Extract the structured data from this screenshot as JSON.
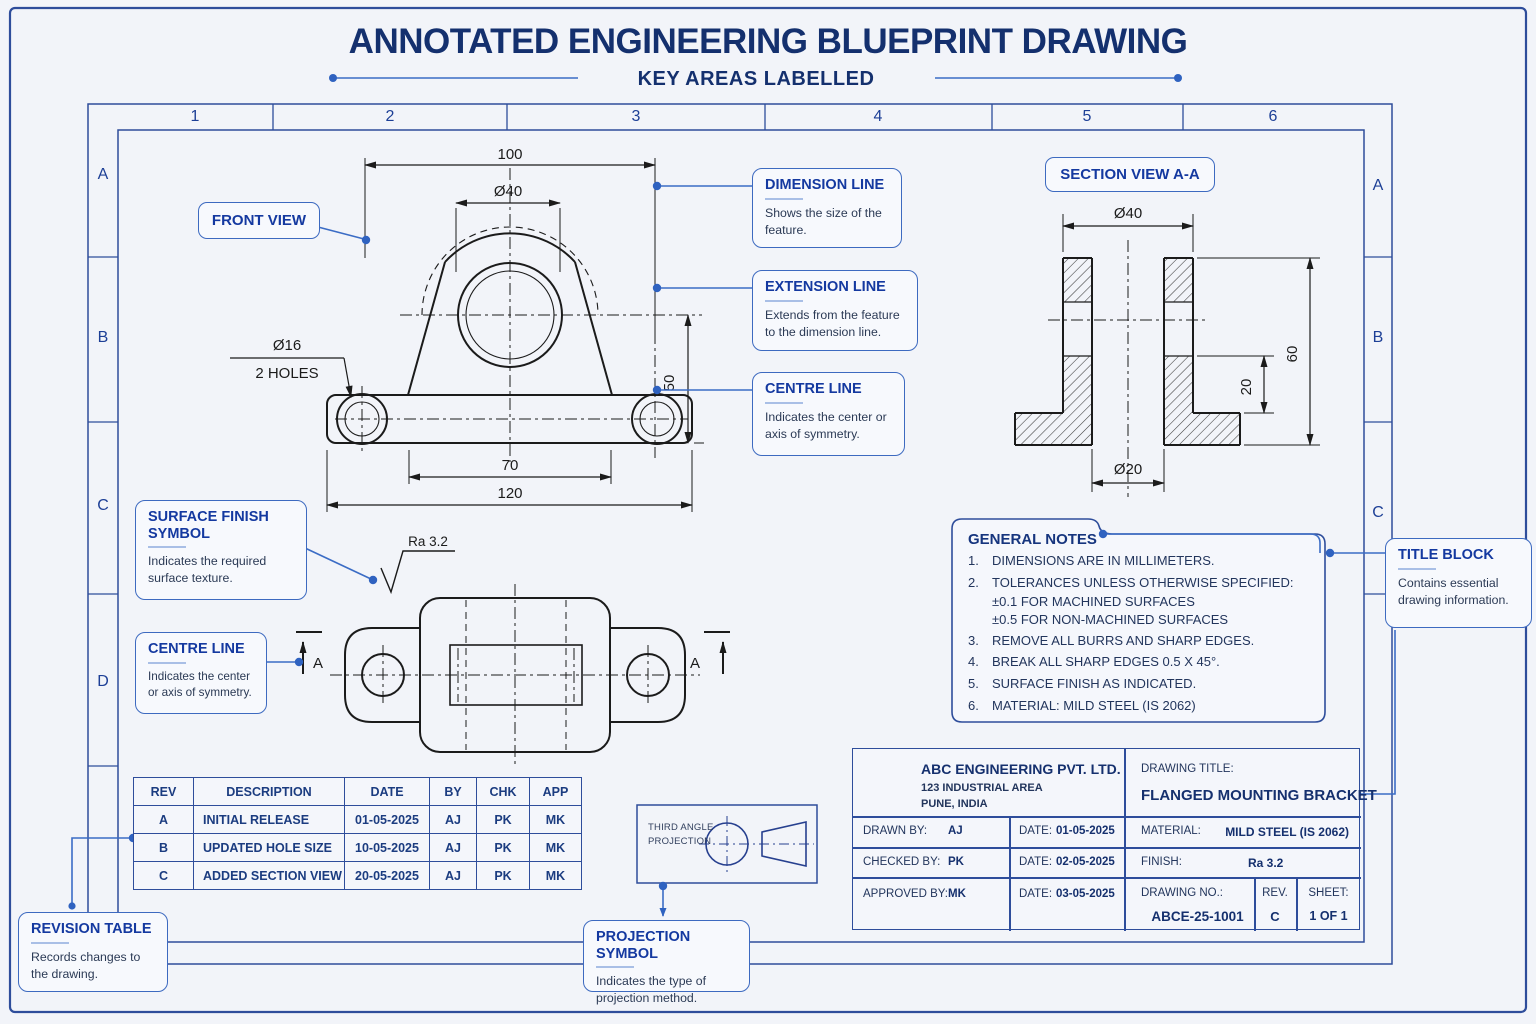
{
  "header": {
    "title": "ANNOTATED ENGINEERING BLUEPRINT DRAWING",
    "subtitle": "KEY AREAS LABELLED"
  },
  "grid": {
    "cols": [
      "1",
      "2",
      "3",
      "4",
      "5",
      "6"
    ],
    "rows_left": [
      "A",
      "B",
      "C",
      "D"
    ],
    "rows_right": [
      "A",
      "B",
      "C"
    ]
  },
  "callouts": {
    "front_view": {
      "title": "FRONT VIEW"
    },
    "section_view": {
      "title": "SECTION VIEW A-A"
    },
    "dimension_line": {
      "title": "DIMENSION LINE",
      "body": "Shows the size of the feature."
    },
    "extension_line": {
      "title": "EXTENSION LINE",
      "body": "Extends from the feature to the dimension line."
    },
    "centre_line_right": {
      "title": "CENTRE LINE",
      "body": "Indicates the center or axis of symmetry."
    },
    "surface_finish": {
      "title": "SURFACE FINISH SYMBOL",
      "body": "Indicates the required surface texture."
    },
    "centre_line_left": {
      "title": "CENTRE LINE",
      "body": "Indicates the center or axis of symmetry."
    },
    "revision_table": {
      "title": "REVISION TABLE",
      "body": "Records changes to the drawing."
    },
    "projection_symbol": {
      "title": "PROJECTION SYMBOL",
      "body": "Indicates the type of projection method."
    },
    "title_block": {
      "title": "TITLE BLOCK",
      "body": "Contains essential drawing information."
    }
  },
  "dims": {
    "front": {
      "w100": "100",
      "d40": "Ø40",
      "d16": "Ø16",
      "holes": "2 HOLES",
      "h50": "50",
      "s70": "70",
      "b120": "120"
    },
    "section": {
      "d40": "Ø40",
      "h60": "60",
      "t20": "20",
      "d20": "Ø20"
    },
    "finish": "Ra 3.2"
  },
  "marks": {
    "section_a": "A"
  },
  "projection": {
    "line1": "THIRD ANGLE",
    "line2": "PROJECTION"
  },
  "notes": {
    "title": "GENERAL NOTES",
    "items": [
      {
        "num": "1.",
        "text": "DIMENSIONS ARE IN MILLIMETERS."
      },
      {
        "num": "2.",
        "text": "TOLERANCES UNLESS OTHERWISE SPECIFIED:",
        "subs": [
          "±0.1 FOR MACHINED SURFACES",
          "±0.5 FOR NON-MACHINED SURFACES"
        ]
      },
      {
        "num": "3.",
        "text": "REMOVE ALL BURRS AND SHARP EDGES."
      },
      {
        "num": "4.",
        "text": "BREAK ALL SHARP EDGES 0.5 X 45°."
      },
      {
        "num": "5.",
        "text": "SURFACE FINISH AS INDICATED."
      },
      {
        "num": "6.",
        "text": "MATERIAL: MILD STEEL (IS 2062)"
      }
    ]
  },
  "rev_table": {
    "headers": [
      "REV",
      "DESCRIPTION",
      "DATE",
      "BY",
      "CHK",
      "APP"
    ],
    "rows": [
      {
        "rev": "A",
        "description": "INITIAL RELEASE",
        "date": "01-05-2025",
        "by": "AJ",
        "chk": "PK",
        "app": "MK"
      },
      {
        "rev": "B",
        "description": "UPDATED HOLE SIZE",
        "date": "10-05-2025",
        "by": "AJ",
        "chk": "PK",
        "app": "MK"
      },
      {
        "rev": "C",
        "description": "ADDED SECTION VIEW",
        "date": "20-05-2025",
        "by": "AJ",
        "chk": "PK",
        "app": "MK"
      }
    ]
  },
  "title_block": {
    "company": {
      "name": "ABC ENGINEERING PVT. LTD.",
      "address1": "123 INDUSTRIAL AREA",
      "address2": "PUNE, INDIA"
    },
    "drawing_title_label": "DRAWING TITLE:",
    "drawing_title": "FLANGED MOUNTING BRACKET",
    "drawn_label": "DRAWN BY:",
    "drawn": "AJ",
    "checked_label": "CHECKED BY:",
    "checked": "PK",
    "approved_label": "APPROVED BY:",
    "approved": "MK",
    "date_label": "DATE:",
    "date1": "01-05-2025",
    "date2": "02-05-2025",
    "date3": "03-05-2025",
    "material_label": "MATERIAL:",
    "material": "MILD STEEL (IS 2062)",
    "finish_label": "FINISH:",
    "finish": "Ra 3.2",
    "drawing_no_label": "DRAWING NO.:",
    "drawing_no": "ABCE-25-1001",
    "rev_label": "REV.",
    "rev": "C",
    "sheet_label": "SHEET:",
    "sheet": "1 OF 1"
  }
}
